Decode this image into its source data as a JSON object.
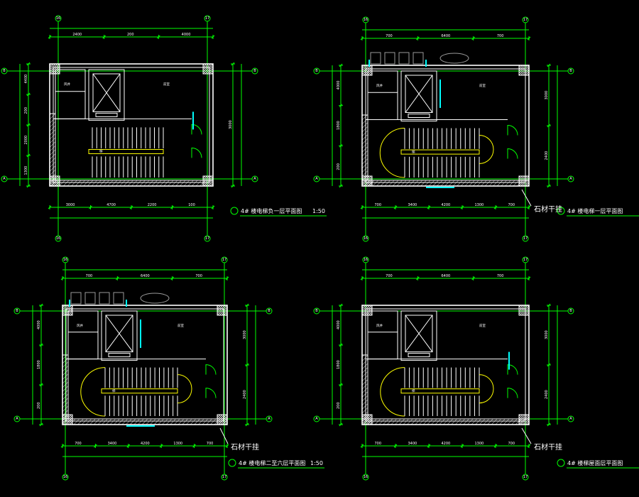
{
  "plans": [
    {
      "title": "4# 楼电梯负一层平面图",
      "scale": "1:50",
      "grids": {
        "left": "16",
        "right": "17",
        "top": "B",
        "bottom": "A"
      },
      "dims_top": [
        "2400",
        "200",
        "4000"
      ],
      "dims_bottom": [
        "3000",
        "4700",
        "2200",
        "100"
      ],
      "dims_left": [
        "4400",
        "200",
        "2000",
        "1300"
      ],
      "dims_right": [
        "3000"
      ],
      "room_labels": [
        "前室",
        "电梯",
        "梯",
        "风井"
      ]
    },
    {
      "title": "4# 楼电梯一层平面图",
      "scale": "1:50",
      "grids": {
        "left": "16",
        "right": "17",
        "top": "B",
        "bottom": "A"
      },
      "dims_top": [
        "700",
        "6400",
        "700"
      ],
      "dims_bottom": [
        "700",
        "3400",
        "4200",
        "1300",
        "700"
      ],
      "dims_left": [
        "4000",
        "1800",
        "200"
      ],
      "dims_right": [
        "3000",
        "2400"
      ],
      "room_labels": [
        "前室",
        "电梯",
        "梯",
        "风井"
      ],
      "callout": "石材干挂"
    },
    {
      "title": "4# 楼电梯二至六层平面图",
      "scale": "1:50",
      "grids": {
        "left": "16",
        "right": "17",
        "top": "B",
        "bottom": "A"
      },
      "dims_top": [
        "700",
        "6400",
        "700"
      ],
      "dims_bottom": [
        "700",
        "3400",
        "4200",
        "1300",
        "700"
      ],
      "dims_left": [
        "4000",
        "1800",
        "200"
      ],
      "dims_right": [
        "3000",
        "2400"
      ],
      "room_labels": [
        "前室",
        "电梯",
        "梯",
        "风井"
      ],
      "callout": "石材干挂"
    },
    {
      "title": "4# 楼梯屋面层平面图",
      "scale": "1:50",
      "grids": {
        "left": "16",
        "right": "17",
        "top": "B",
        "bottom": "A"
      },
      "dims_top": [
        "700",
        "6400",
        "700"
      ],
      "dims_bottom": [
        "700",
        "3400",
        "4200",
        "1300",
        "700"
      ],
      "dims_left": [
        "4000",
        "1800",
        "200"
      ],
      "dims_right": [
        "3000",
        "2400"
      ],
      "room_labels": [
        "前室",
        "电梯",
        "梯",
        "风井"
      ],
      "callout": "石材干挂"
    }
  ]
}
